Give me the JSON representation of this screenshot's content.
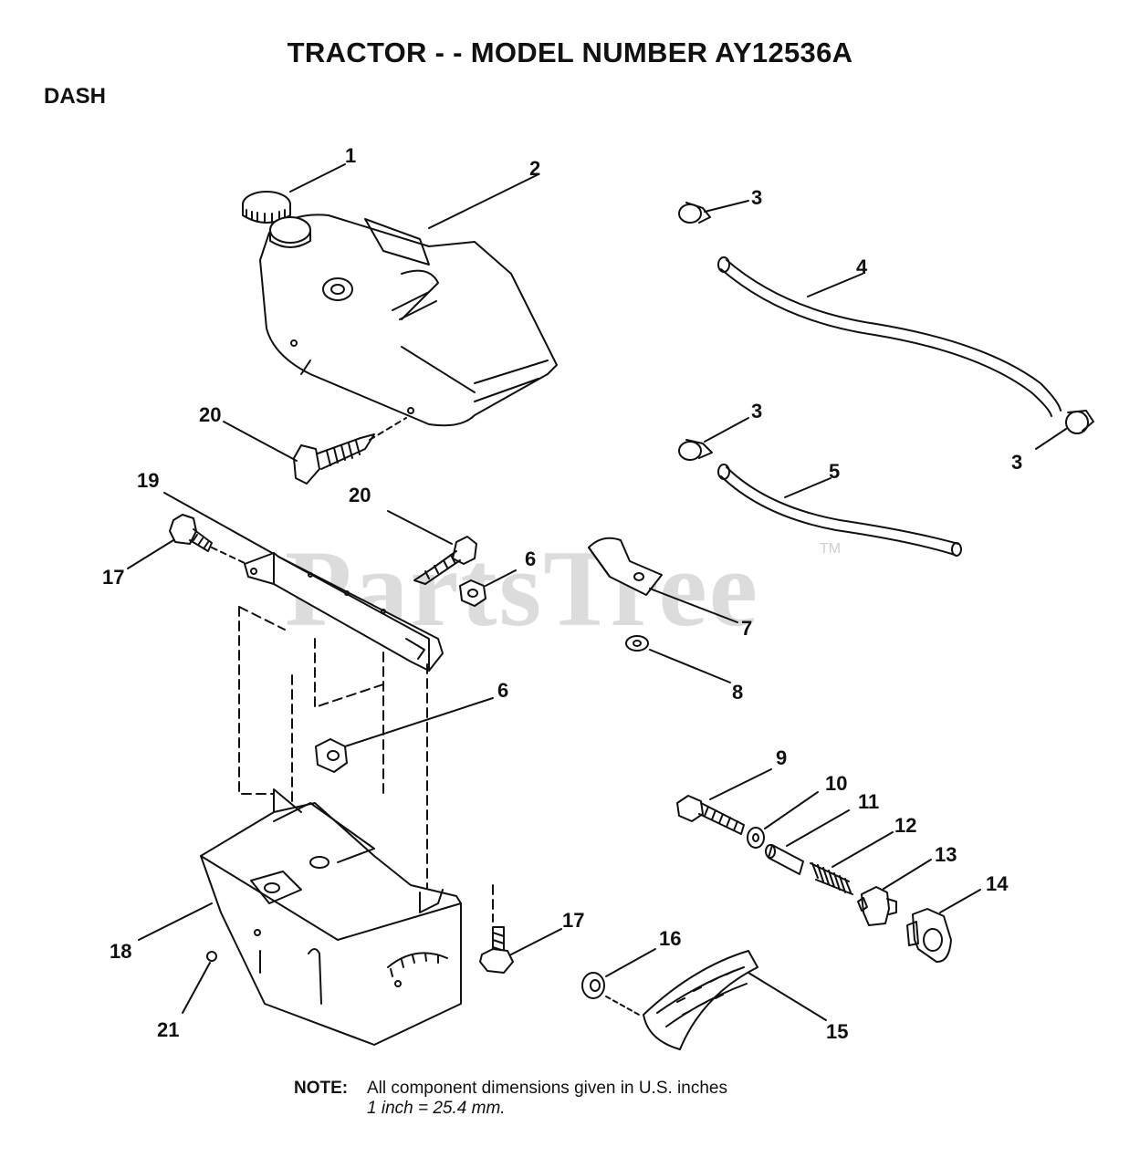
{
  "title": "TRACTOR - - MODEL NUMBER  AY12536A",
  "section": "DASH",
  "watermark": {
    "text": "PartsTree",
    "tm": "TM"
  },
  "callouts": {
    "c1": "1",
    "c2": "2",
    "c3a": "3",
    "c3b": "3",
    "c3c": "3",
    "c4": "4",
    "c5": "5",
    "c6a": "6",
    "c6b": "6",
    "c7": "7",
    "c8": "8",
    "c9": "9",
    "c10": "10",
    "c11": "11",
    "c12": "12",
    "c13": "13",
    "c14": "14",
    "c15": "15",
    "c16": "16",
    "c17a": "17",
    "c17b": "17",
    "c18": "18",
    "c19": "19",
    "c20a": "20",
    "c20b": "20",
    "c21": "21"
  },
  "note": {
    "label": "NOTE:",
    "line1": "All component dimensions given in U.S. inches",
    "line2": "1 inch = 25.4 mm."
  }
}
